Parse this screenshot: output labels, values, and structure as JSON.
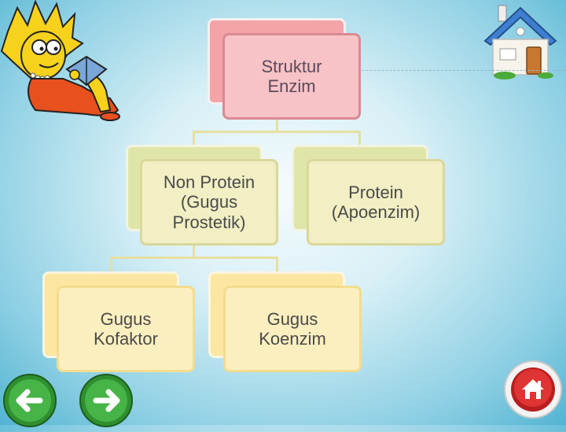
{
  "diagram": {
    "root": {
      "label": "Struktur\nEnzim"
    },
    "level1": [
      {
        "label": "Non Protein\n(Gugus\nProstetik)"
      },
      {
        "label": "Protein\n(Apoenzim)"
      }
    ],
    "level2": [
      {
        "label": "Gugus\nKofaktor"
      },
      {
        "label": "Gugus\nKoenzim"
      }
    ]
  },
  "navigation": {
    "back_icon": "arrow-left-icon",
    "next_icon": "arrow-right-icon",
    "home_icon": "home-icon"
  },
  "colors": {
    "root_fill": "#f7c3c7",
    "level1_fill": "#f1efc3",
    "level2_fill": "#fcefbf",
    "nav_green": "#3aa53a",
    "home_red": "#d42a2a"
  }
}
